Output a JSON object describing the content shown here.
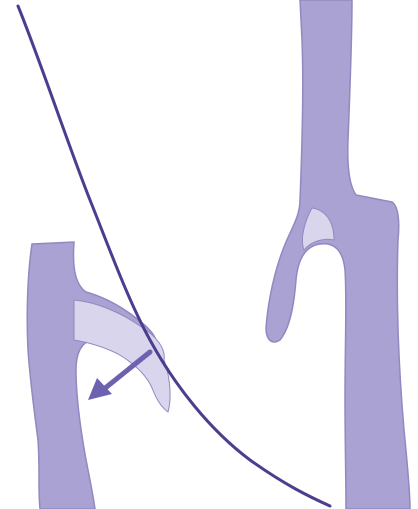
{
  "diagram": {
    "colors": {
      "background": "#ffffff",
      "vessel_fill": "#a9a2d2",
      "vessel_stroke": "#9189c0",
      "branch_fill": "#d9d5ec",
      "line": "#4a3f8f",
      "arrow": "#6c62b0"
    },
    "elements": [
      "left-vessel",
      "left-branch",
      "right-vessel",
      "right-branch",
      "dividing-line",
      "flow-arrow"
    ]
  }
}
